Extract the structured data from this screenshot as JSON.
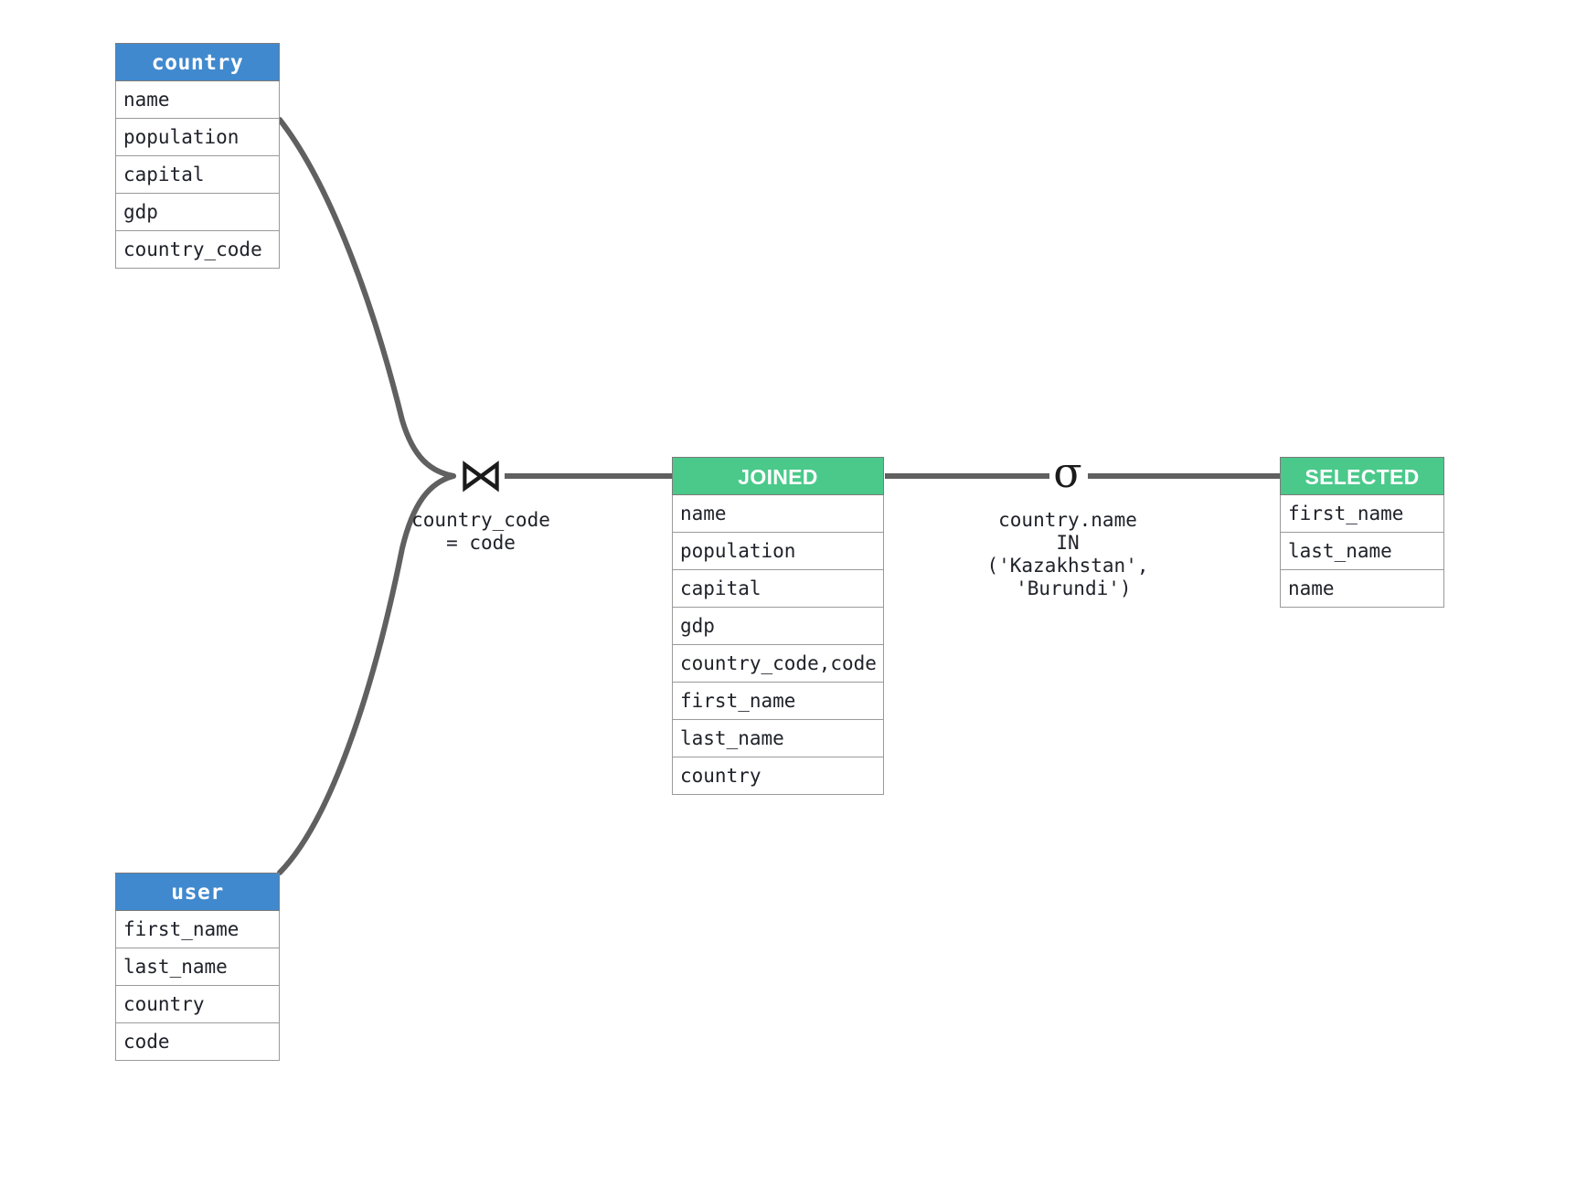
{
  "diagram": {
    "type": "relational-algebra-query-plan",
    "line_color": "#606060",
    "colors": {
      "source_table_header": "#4189ce",
      "derived_table_header": "#4ac98a",
      "border": "#9a9a9a",
      "text": "#20222a",
      "background": "#ffffff"
    },
    "tables": [
      {
        "id": "country",
        "kind": "source",
        "title": "country",
        "columns": [
          "name",
          "population",
          "capital",
          "gdp",
          "country_code"
        ]
      },
      {
        "id": "user",
        "kind": "source",
        "title": "user",
        "columns": [
          "first_name",
          "last_name",
          "country",
          "code"
        ]
      },
      {
        "id": "joined",
        "kind": "derived",
        "title": "JOINED",
        "columns": [
          "name",
          "population",
          "capital",
          "gdp",
          "country_code,code",
          "first_name",
          "last_name",
          "country"
        ]
      },
      {
        "id": "selected",
        "kind": "derived",
        "title": "SELECTED",
        "columns": [
          "first_name",
          "last_name",
          "name"
        ]
      }
    ],
    "operators": [
      {
        "id": "join",
        "symbol": "⋈",
        "symbol_name": "natural-join-bowtie",
        "caption_line1": "country_code",
        "caption_line2": "= code"
      },
      {
        "id": "select",
        "symbol": "σ",
        "symbol_name": "selection-sigma",
        "caption_line1": "country.name",
        "caption_line2": "IN",
        "caption_line3": "('Kazakhstan',",
        "caption_line4": " 'Burundi')"
      }
    ]
  }
}
